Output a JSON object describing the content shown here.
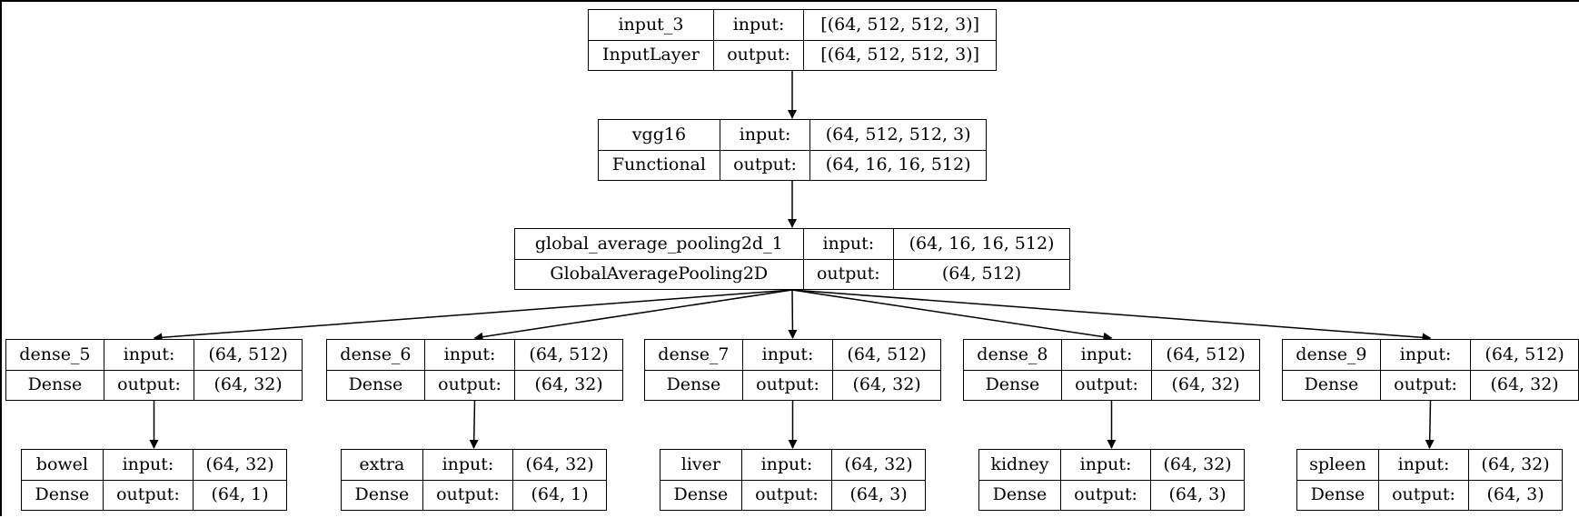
{
  "labels": {
    "input": "input:",
    "output": "output:"
  },
  "nodes": [
    {
      "id": "input_3",
      "name": "input_3",
      "type": "InputLayer",
      "in": "[(64, 512, 512, 3)]",
      "out": "[(64, 512, 512, 3)]"
    },
    {
      "id": "vgg16",
      "name": "vgg16",
      "type": "Functional",
      "in": "(64, 512, 512, 3)",
      "out": "(64, 16, 16, 512)"
    },
    {
      "id": "gap",
      "name": "global_average_pooling2d_1",
      "type": "GlobalAveragePooling2D",
      "in": "(64, 16, 16, 512)",
      "out": "(64, 512)"
    },
    {
      "id": "dense_5",
      "name": "dense_5",
      "type": "Dense",
      "in": "(64, 512)",
      "out": "(64, 32)"
    },
    {
      "id": "dense_6",
      "name": "dense_6",
      "type": "Dense",
      "in": "(64, 512)",
      "out": "(64, 32)"
    },
    {
      "id": "dense_7",
      "name": "dense_7",
      "type": "Dense",
      "in": "(64, 512)",
      "out": "(64, 32)"
    },
    {
      "id": "dense_8",
      "name": "dense_8",
      "type": "Dense",
      "in": "(64, 512)",
      "out": "(64, 32)"
    },
    {
      "id": "dense_9",
      "name": "dense_9",
      "type": "Dense",
      "in": "(64, 512)",
      "out": "(64, 32)"
    },
    {
      "id": "bowel",
      "name": "bowel",
      "type": "Dense",
      "in": "(64, 32)",
      "out": "(64, 1)"
    },
    {
      "id": "extra",
      "name": "extra",
      "type": "Dense",
      "in": "(64, 32)",
      "out": "(64, 1)"
    },
    {
      "id": "liver",
      "name": "liver",
      "type": "Dense",
      "in": "(64, 32)",
      "out": "(64, 3)"
    },
    {
      "id": "kidney",
      "name": "kidney",
      "type": "Dense",
      "in": "(64, 32)",
      "out": "(64, 3)"
    },
    {
      "id": "spleen",
      "name": "spleen",
      "type": "Dense",
      "in": "(64, 32)",
      "out": "(64, 3)"
    }
  ],
  "edges": [
    [
      "input_3",
      "vgg16"
    ],
    [
      "vgg16",
      "gap"
    ],
    [
      "gap",
      "dense_5"
    ],
    [
      "gap",
      "dense_6"
    ],
    [
      "gap",
      "dense_7"
    ],
    [
      "gap",
      "dense_8"
    ],
    [
      "gap",
      "dense_9"
    ],
    [
      "dense_5",
      "bowel"
    ],
    [
      "dense_6",
      "extra"
    ],
    [
      "dense_7",
      "liver"
    ],
    [
      "dense_8",
      "kidney"
    ],
    [
      "dense_9",
      "spleen"
    ]
  ]
}
